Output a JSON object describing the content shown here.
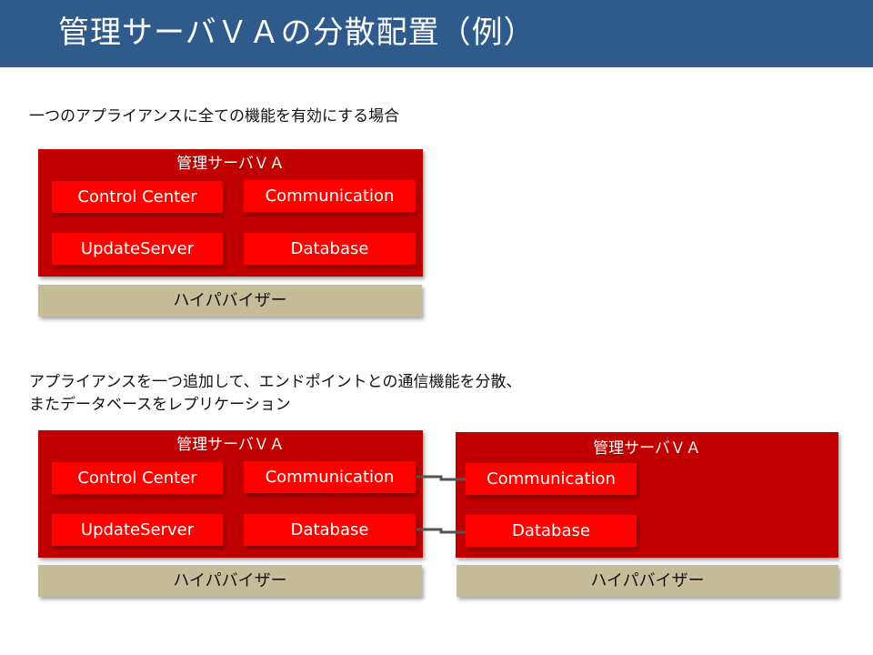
{
  "title": "管理サーバＶＡの分散配置（例）",
  "scenario1": {
    "caption": "一つのアプライアンスに全ての機能を有効にする場合",
    "va": {
      "title": "管理サーバＶＡ",
      "components": [
        "Control Center",
        "Communication",
        "UpdateServer",
        "Database"
      ],
      "hypervisor": "ハイパバイザー"
    }
  },
  "scenario2": {
    "caption_line1": "アプライアンスを一つ追加して、エンドポイントとの通信機能を分散、",
    "caption_line2": "またデータベースをレプリケーション",
    "va_primary": {
      "title": "管理サーバＶＡ",
      "components": [
        "Control Center",
        "Communication",
        "UpdateServer",
        "Database"
      ],
      "hypervisor": "ハイパバイザー"
    },
    "va_secondary": {
      "title": "管理サーバＶＡ",
      "components": [
        "Communication",
        "Database"
      ],
      "hypervisor": "ハイパバイザー"
    },
    "links": [
      {
        "from": "Communication",
        "to": "Communication"
      },
      {
        "from": "Database",
        "to": "Database"
      }
    ]
  },
  "colors": {
    "header": "#2f5a8c",
    "va_box": "#c00000",
    "component": "#ff0000",
    "hypervisor": "#c5bd9a",
    "connector": "#555555"
  }
}
